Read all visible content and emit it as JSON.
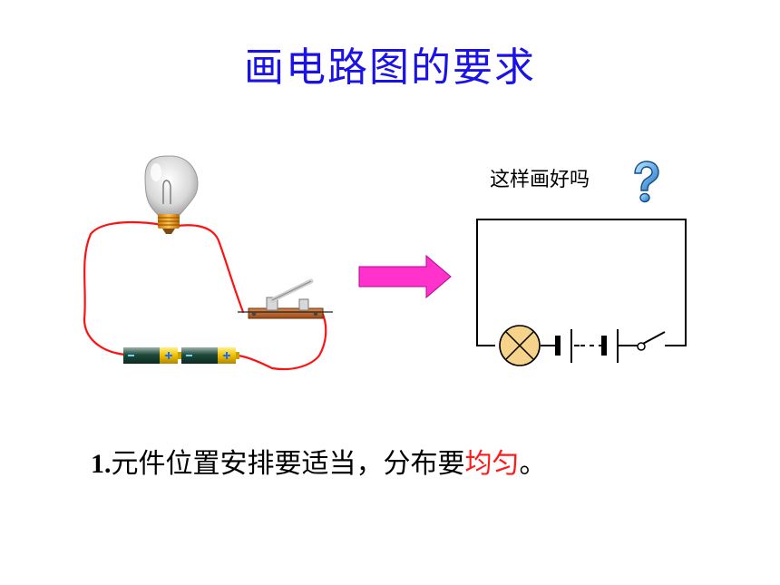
{
  "title": "画电路图的要求",
  "question": "这样画好吗",
  "statement": {
    "number": "1.",
    "text": "元件位置安排要适当，分布要",
    "highlight": "均匀",
    "ending": "。"
  },
  "colors": {
    "title": "#1a12e8",
    "wire": "#ff1111",
    "arrow": "#ff33cc",
    "highlight": "#ff1a1a"
  },
  "icons": [
    "light-bulb-icon",
    "switch-icon",
    "battery-icon",
    "arrow-right-icon",
    "lamp-symbol-icon",
    "question-mark-icon"
  ]
}
